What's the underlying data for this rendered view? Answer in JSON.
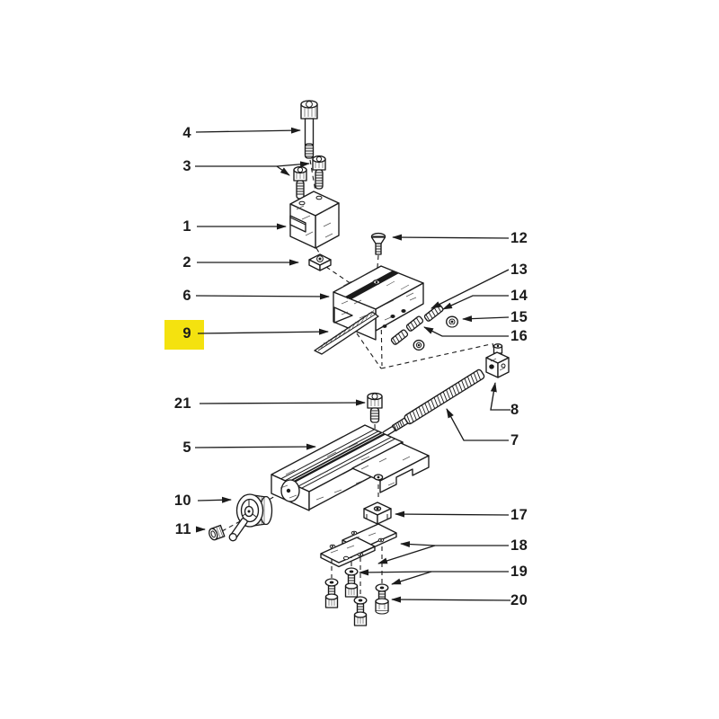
{
  "diagram": {
    "background": "#ffffff",
    "line_color": "#1b1b1b",
    "highlight_color": "#F4E20F",
    "highlighted_label": "9"
  },
  "labels": {
    "left": [
      "4",
      "3",
      "1",
      "2",
      "6",
      "9",
      "21",
      "5",
      "10",
      "11"
    ],
    "right": [
      "12",
      "13",
      "14",
      "15",
      "16",
      "8",
      "7",
      "17",
      "18",
      "19",
      "20"
    ]
  }
}
